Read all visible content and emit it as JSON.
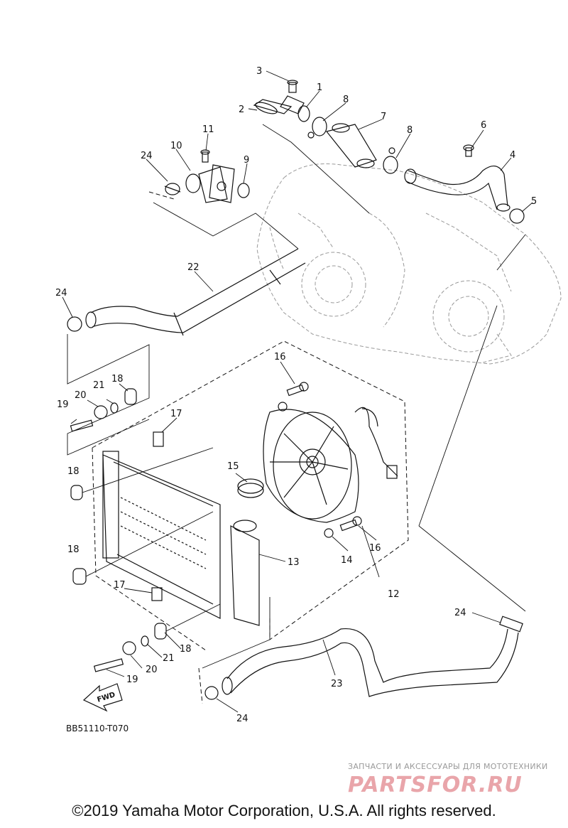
{
  "diagram": {
    "ref_code": "BB51110-T070",
    "fwd_label": "FWD",
    "callouts": {
      "c1": "1",
      "c2": "2",
      "c3": "3",
      "c4": "4",
      "c5": "5",
      "c6": "6",
      "c7": "7",
      "c8a": "8",
      "c8b": "8",
      "c9": "9",
      "c10": "10",
      "c11": "11",
      "c12": "12",
      "c13": "13",
      "c14": "14",
      "c15": "15",
      "c16a": "16",
      "c16b": "16",
      "c17a": "17",
      "c17b": "17",
      "c18a": "18",
      "c18b": "18",
      "c18c": "18",
      "c18d": "18",
      "c19a": "19",
      "c19b": "19",
      "c20a": "20",
      "c20b": "20",
      "c21a": "21",
      "c21b": "21",
      "c22": "22",
      "c23": "23",
      "c24a": "24",
      "c24b": "24",
      "c24c": "24",
      "c24d": "24"
    }
  },
  "watermark": {
    "tagline": "ЗАПЧАСТИ И АКСЕССУАРЫ ДЛЯ МОТОТЕХНИКИ",
    "brand": "PARTSFOR.RU"
  },
  "footer": {
    "copyright": "©2019 Yamaha Motor Corporation, U.S.A. All rights reserved."
  }
}
